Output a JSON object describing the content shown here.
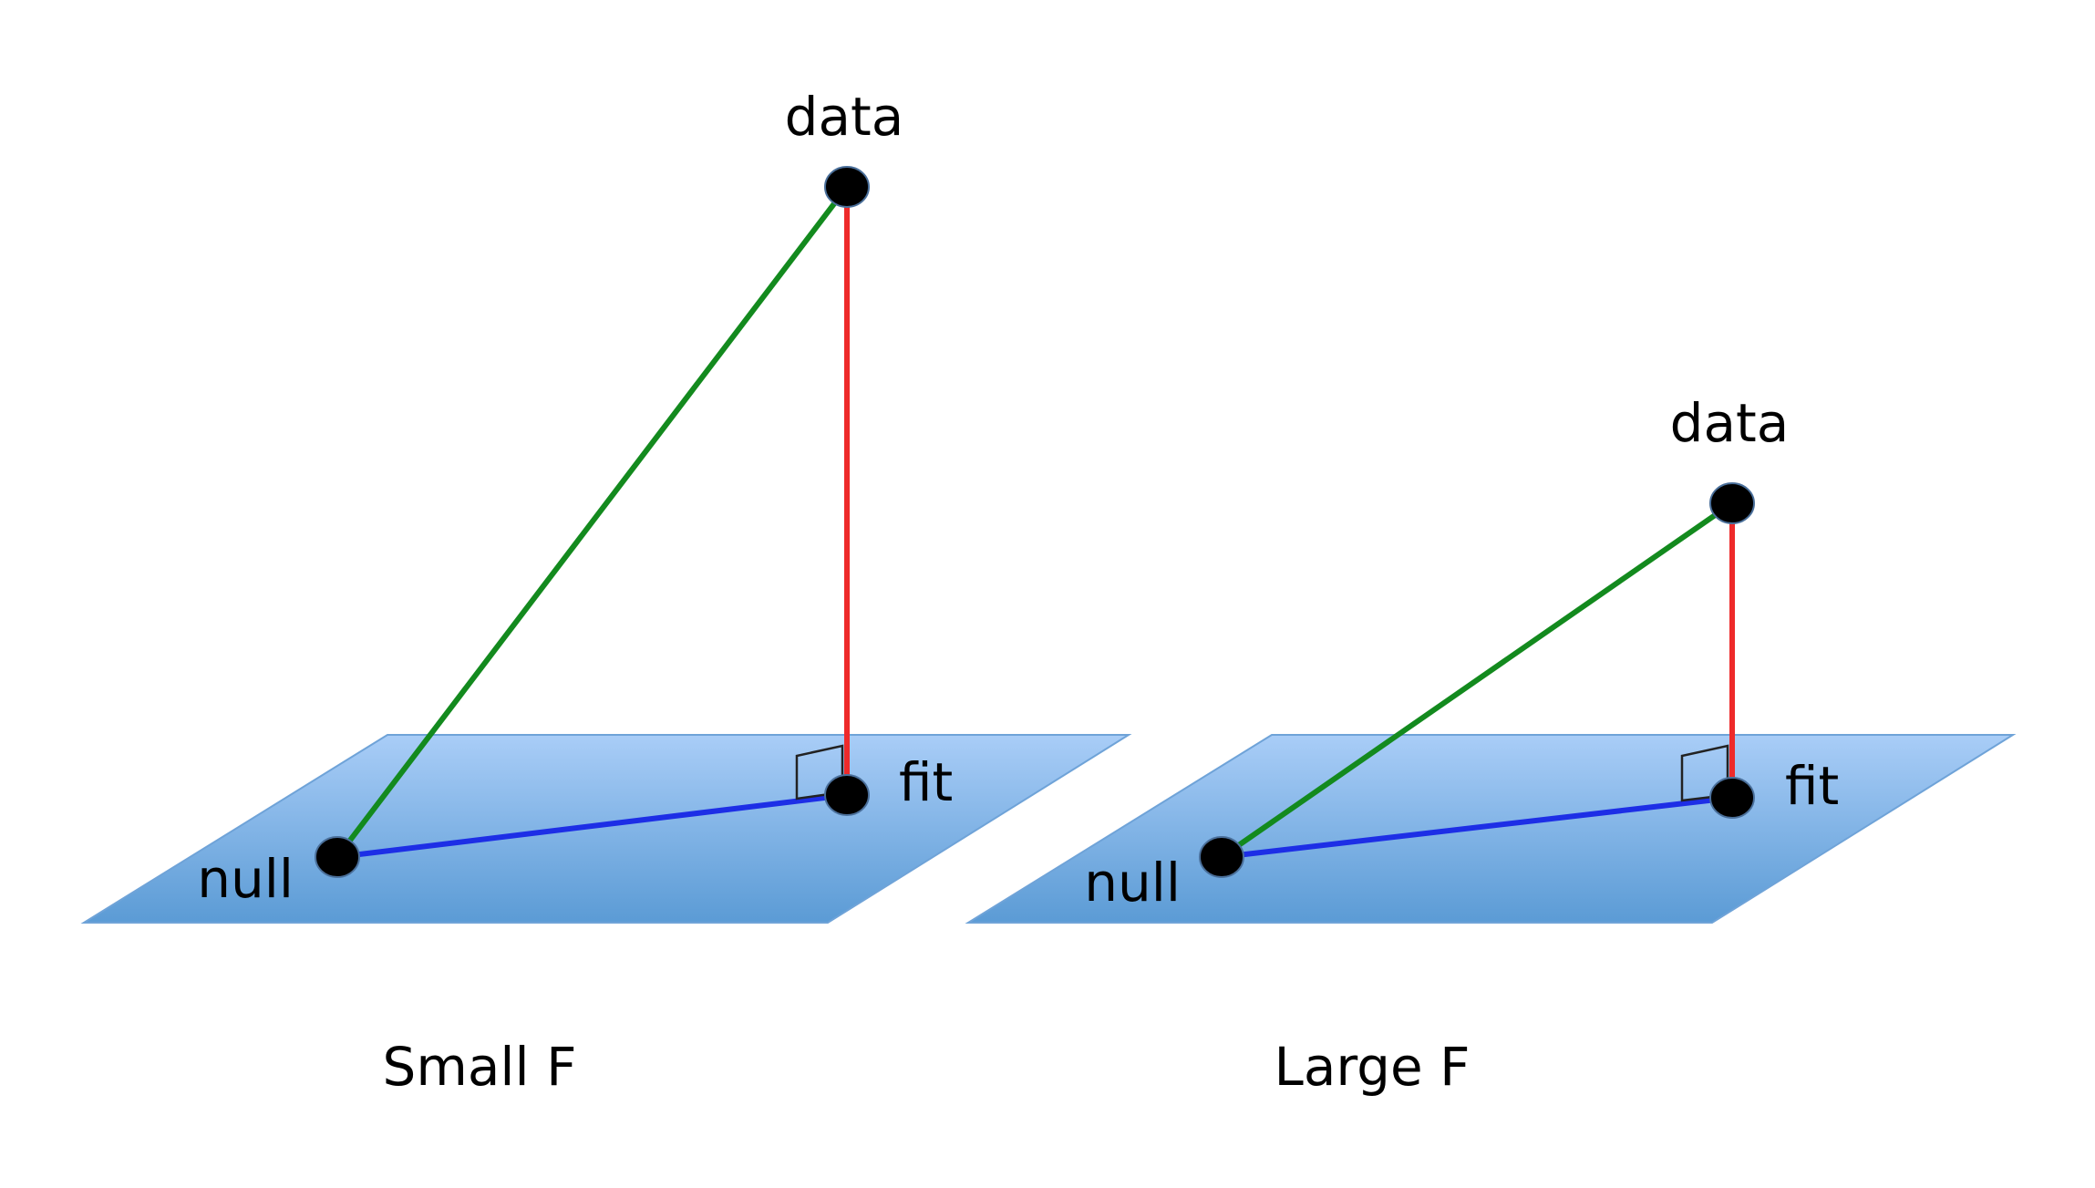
{
  "colors": {
    "plane_top": "#a9cdf7",
    "plane_bottom": "#5b9bd5",
    "plane_edge": "#6fa3d8",
    "total_line": "#138a1e",
    "residual_line": "#ee2a2a",
    "model_line": "#1d2ee6",
    "point": "#000000"
  },
  "icons": {
    "point": "filled-black-circle",
    "right_angle": "right-angle-marker"
  },
  "panels": [
    {
      "caption": "Small F",
      "labels": {
        "data": "data",
        "fit": "fit",
        "null": "null"
      }
    },
    {
      "caption": "Large F",
      "labels": {
        "data": "data",
        "fit": "fit",
        "null": "null"
      }
    }
  ]
}
